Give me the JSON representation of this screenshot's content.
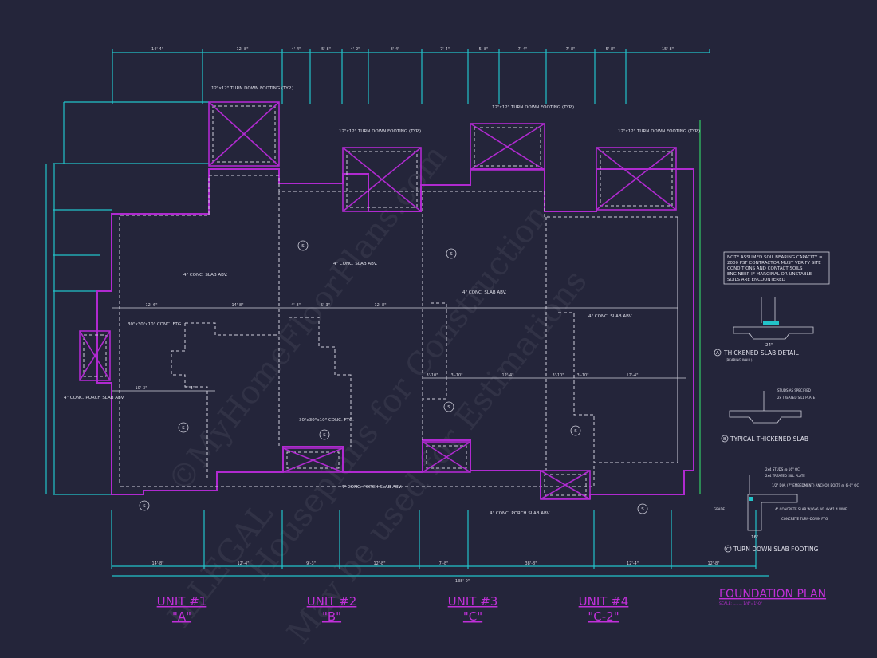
{
  "title": "FOUNDATION PLAN",
  "scale_label": "SCALE: ........ 1/4\"=1'-0\"",
  "units": [
    {
      "name": "UNIT #1",
      "type": "\"A\""
    },
    {
      "name": "UNIT #2",
      "type": "\"B\""
    },
    {
      "name": "UNIT #3",
      "type": "\"C\""
    },
    {
      "name": "UNIT #4",
      "type": "\"C-2\""
    }
  ],
  "top_dimensions": [
    "14'-4\"",
    "12'-8\"",
    "4'-4\"",
    "5'-8\"",
    "4'-2\"",
    "8'-4\"",
    "7'-4\"",
    "5'-8\"",
    "7'-4\"",
    "7'-8\"",
    "5'-8\"",
    "15'-8\""
  ],
  "bottom_dimensions": [
    "14'-8\"",
    "12'-4\"",
    "9'-3\"",
    "12'-8\"",
    "7'-8\"",
    "38'-8\"",
    "12'-4\"",
    "12'-8\""
  ],
  "overall_dimension": "138'-0\"",
  "interior_dimensions": [
    "12'-6\"",
    "14'-8\"",
    "4'-8\"",
    "5'-3\"",
    "12'-8\"",
    "3'-10\"",
    "3'-10\"",
    "12'-4\"",
    "3'-10\"",
    "3'-10\"",
    "12'-4\"",
    "10'-3\"",
    "4'-3\""
  ],
  "notes": {
    "turn_down": "12\"x12\" TURN DOWN FOOTING (TYP.)",
    "porch_slab": "4\" CONC. PORCH SLAB ABV.",
    "slab": "4\" CONC. SLAB ABV.",
    "conc_ftg": "30\"x30\"x10\" CONC. FTG.",
    "soil": [
      "NOTE ASSUMED SOIL BEARING CAPACITY =",
      "2000 PSF CONTRACTOR MUST VERIFY SITE",
      "CONDITIONS AND CONTACT SOILS",
      "ENGINEER IF MARGINAL OR UNSTABLE",
      "SOILS ARE ENCOUNTERED"
    ]
  },
  "details": {
    "a": {
      "marker": "A",
      "title": "THICKENED SLAB DETAIL",
      "sub": "(BEARING WALL)",
      "width": "24\""
    },
    "b": {
      "marker": "B",
      "title": "TYPICAL THICKENED SLAB",
      "callouts": [
        "STUDS AS SPECIFIED",
        "2x TREATED SILL PLATE"
      ]
    },
    "c": {
      "marker": "C",
      "title": "TURN DOWN SLAB FOOTING",
      "callouts": [
        "2x4 STUDS @ 16\" OC",
        "2x4 TREATED SILL PLATE",
        "1/2\" DIA. (7\" EMBEDMENT) ANCHOR BOLTS @ 6'-0\" OC",
        "4\" CONCRETE SLAB W/ 6x6 W1.4xW1.4 WWF",
        "CONCRETE TURN-DOWN FTG.",
        "GRADE"
      ],
      "width": "16\""
    }
  },
  "section_markers": [
    "S",
    "S",
    "S",
    "S",
    "S",
    "S",
    "S",
    "S"
  ],
  "watermark": [
    "©MyHomeFloorPlans.com",
    "Houseplans for Construction",
    "ILLEGAL",
    "May be used for Estimations"
  ],
  "colors": {
    "background": "#24253a",
    "dimension": "#22c3c9",
    "wall": "#b02ad0",
    "text": "#e0e0ea",
    "title": "#c030d8"
  }
}
